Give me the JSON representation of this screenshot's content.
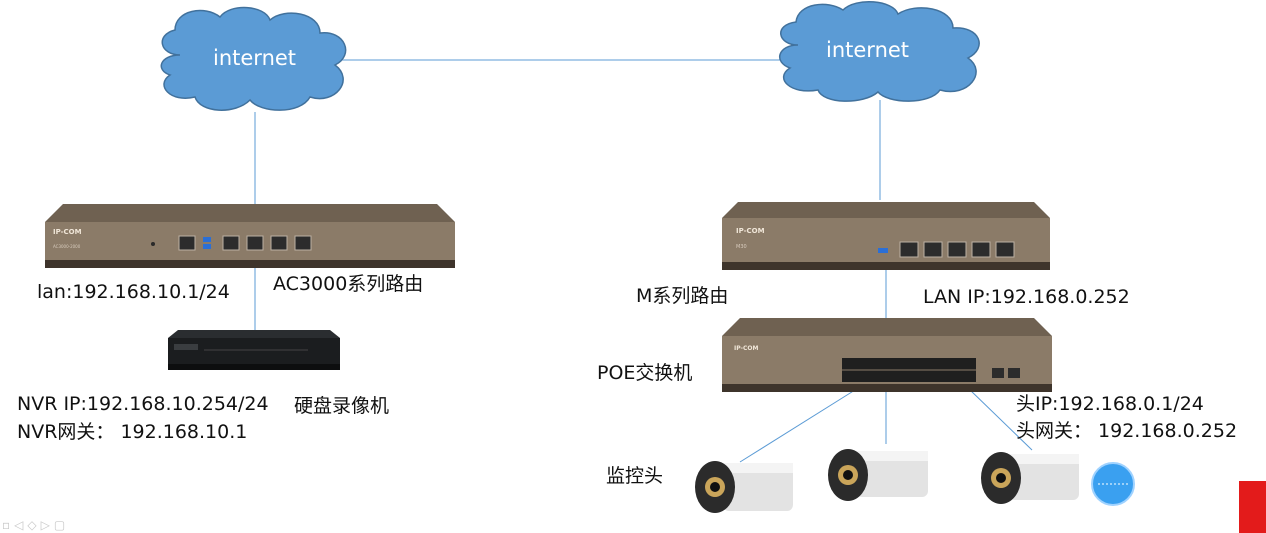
{
  "clouds": {
    "left_label": "internet",
    "right_label": "internet"
  },
  "devices": {
    "left_router": {
      "brand": "IP-COM",
      "model": "AC3000-2000",
      "caption": "AC3000系列路由",
      "lan_ip": "lan:192.168.10.1/24"
    },
    "nvr": {
      "caption": "硬盘录像机",
      "ip": "NVR IP:192.168.10.254/24",
      "gateway": "NVR网关：  192.168.10.1"
    },
    "right_router": {
      "brand": "IP-COM",
      "model": "M30",
      "caption": "M系列路由",
      "lan_ip": "LAN IP:192.168.0.252"
    },
    "poe_switch": {
      "brand": "IP-COM",
      "caption": "POE交换机"
    },
    "cameras": {
      "caption": "监控头",
      "ip": "头IP:192.168.0.1/24",
      "gateway": "头网关：  192.168.0.252"
    }
  },
  "colors": {
    "cloud_fill": "#5b9bd5",
    "cloud_stroke": "#41719c",
    "link_line": "#5b9bd5",
    "router_body": "#8b7b68",
    "accent_red": "#e31b1b"
  },
  "icons": [
    "cloud-icon",
    "router-icon",
    "nvr-icon",
    "switch-icon",
    "camera-icon"
  ]
}
